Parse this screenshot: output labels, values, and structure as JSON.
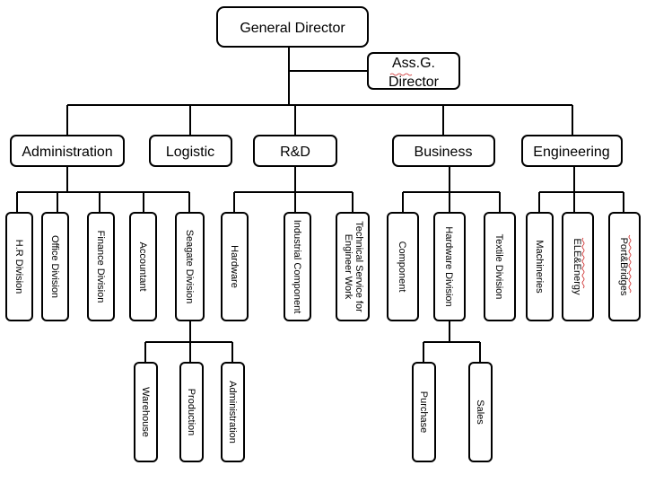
{
  "org_chart": {
    "root": "General Director",
    "assistant": [
      "Ass.G.",
      "Director"
    ],
    "departments": {
      "administration": "Administration",
      "logistic": "Logistic",
      "rnd": "R&D",
      "business": "Business",
      "engineering": "Engineering"
    },
    "units": {
      "hr_division": "H.R Division",
      "office_division": "Office Division",
      "finance_division": "Finance Division",
      "accountant": "Accountant",
      "seagate_division": "Seagate Division",
      "hardware": "Hardware",
      "industrial_component": "Industrial Component",
      "technical_service": [
        "Technical Service for",
        "Engineer Work"
      ],
      "component": "Component",
      "hardware_division": "Hardware Division",
      "textile_division": "Textile Division",
      "machineries": "Machineries",
      "ele_energy": "ELE&Energy",
      "port_bridges": "Port&Bridges"
    },
    "sub_units": {
      "warehouse": "Warehouse",
      "production": "Production",
      "administration": "Administration",
      "purchase": "Purchase",
      "sales": "Sales"
    }
  }
}
